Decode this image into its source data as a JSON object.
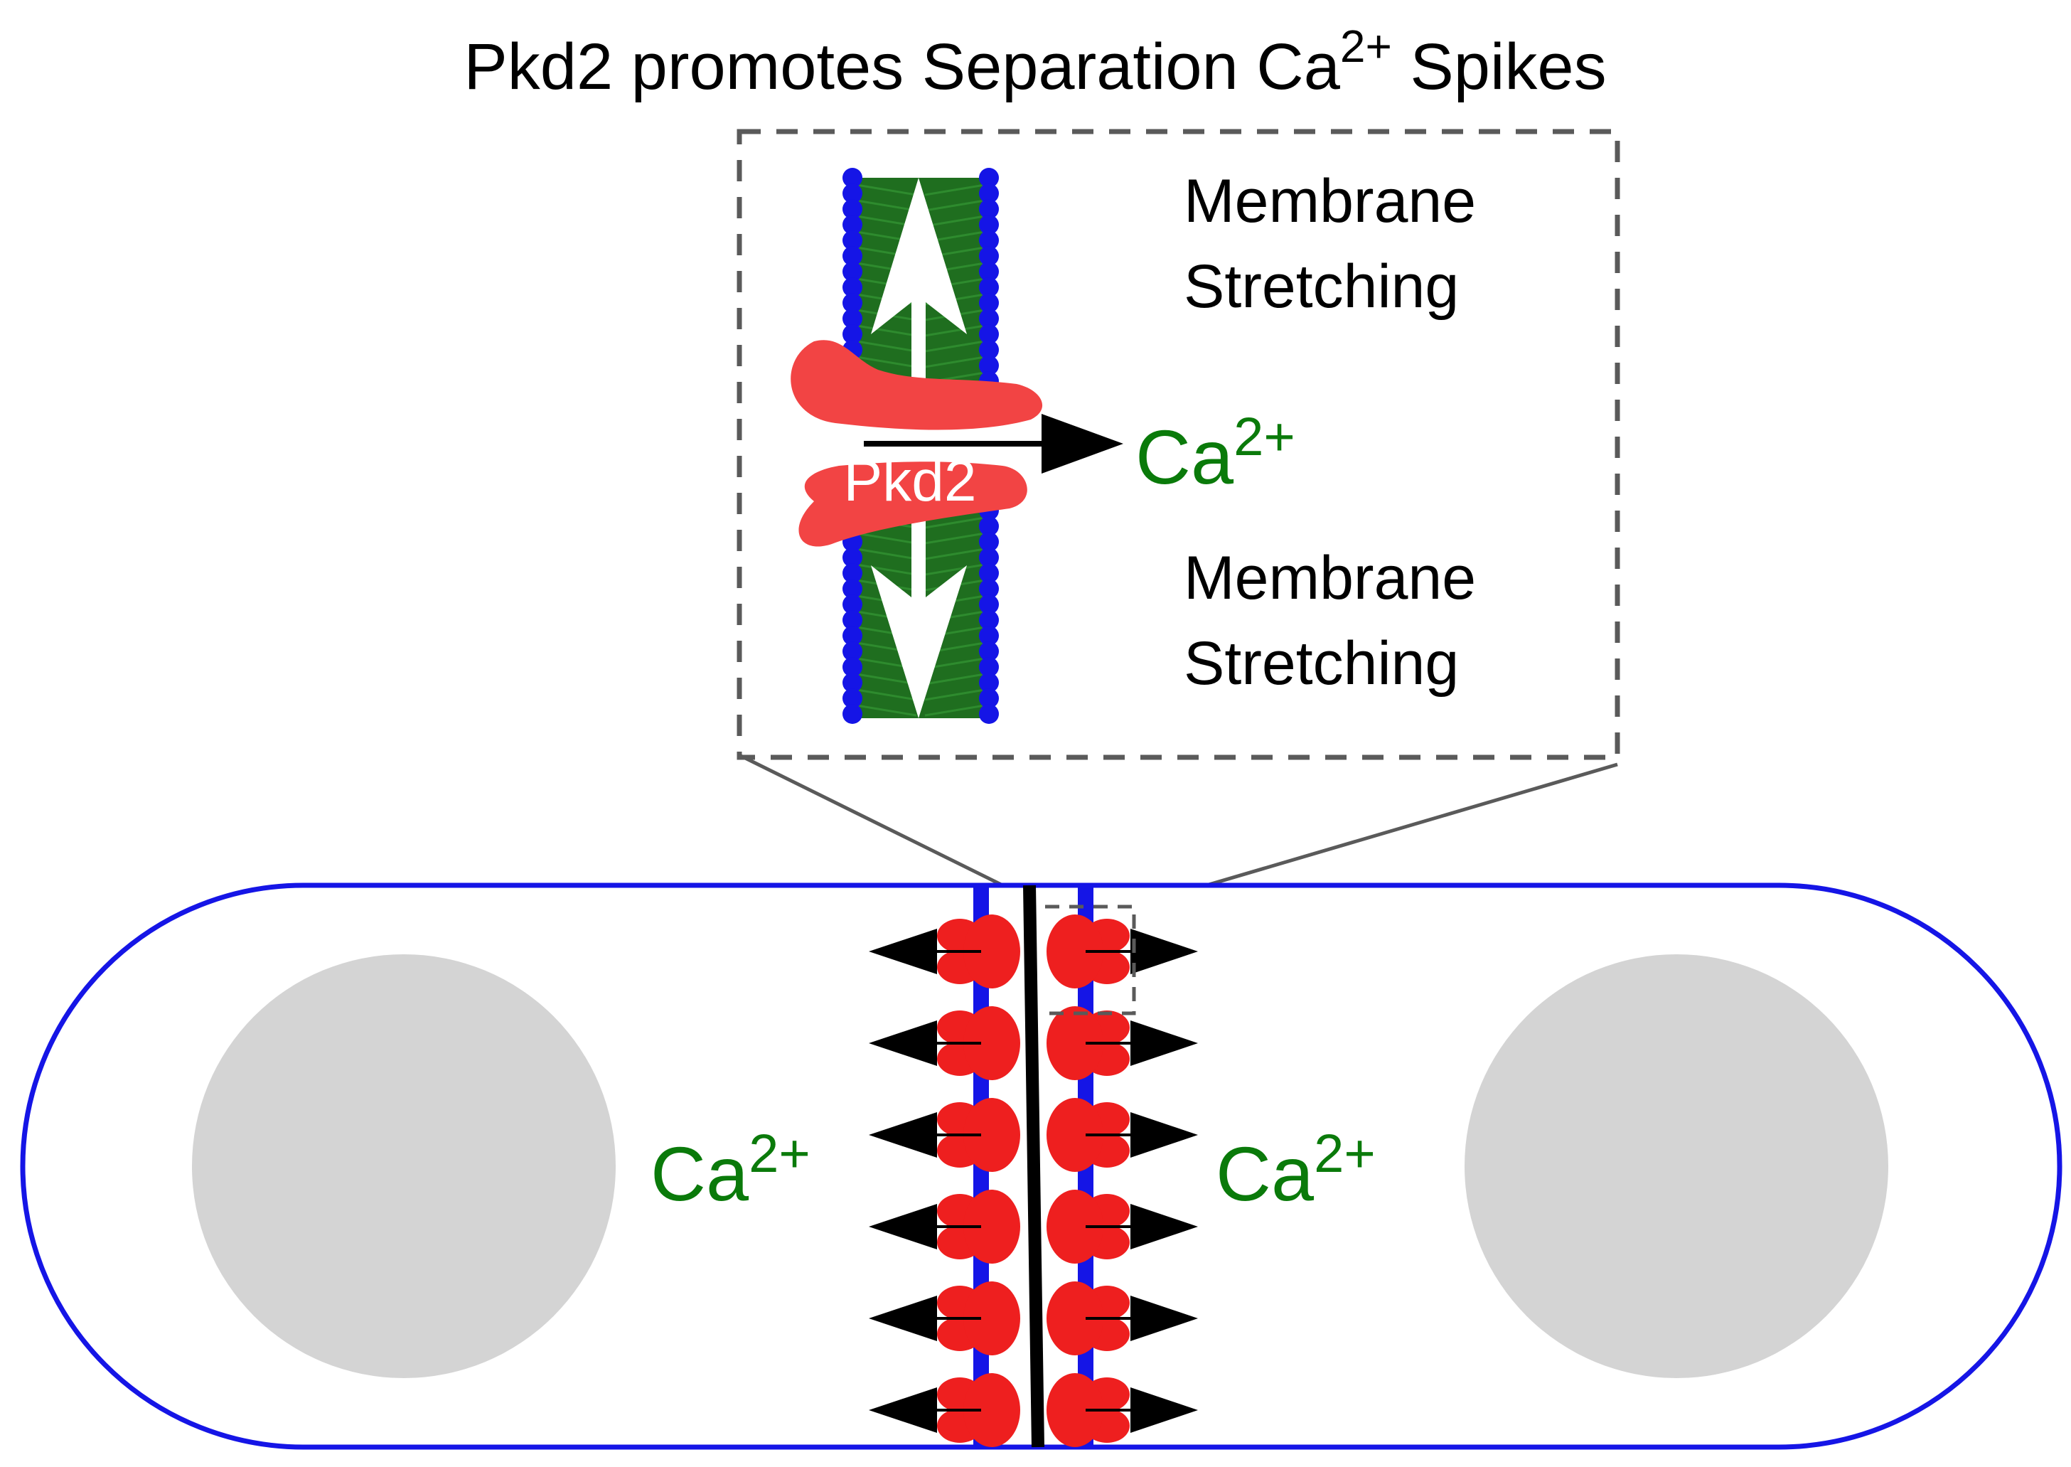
{
  "title": {
    "main": "Pkd2 promotes Separation Ca",
    "superscript": "2+",
    "suffix": " Spikes"
  },
  "inset": {
    "stretch_top": [
      "Membrane",
      "Stretching"
    ],
    "stretch_bottom": [
      "Membrane",
      "Stretching"
    ],
    "channel_label": "Pkd2",
    "ion": {
      "base": "Ca",
      "charge": "2+"
    }
  },
  "cell": {
    "left_ion": {
      "base": "Ca",
      "charge": "2+"
    },
    "right_ion": {
      "base": "Ca",
      "charge": "2+"
    },
    "channel_rows": 6
  },
  "colors": {
    "membrane": "#1515e6",
    "lipid_tail": "#1f6e1f",
    "pkd2": "#f24444",
    "pkd2_cell": "#ee1f1f",
    "nucleus": "#d4d4d4",
    "septum": "#000000",
    "ion_text": "#0a7a0a",
    "zoom_box": "#5a5a5a"
  }
}
